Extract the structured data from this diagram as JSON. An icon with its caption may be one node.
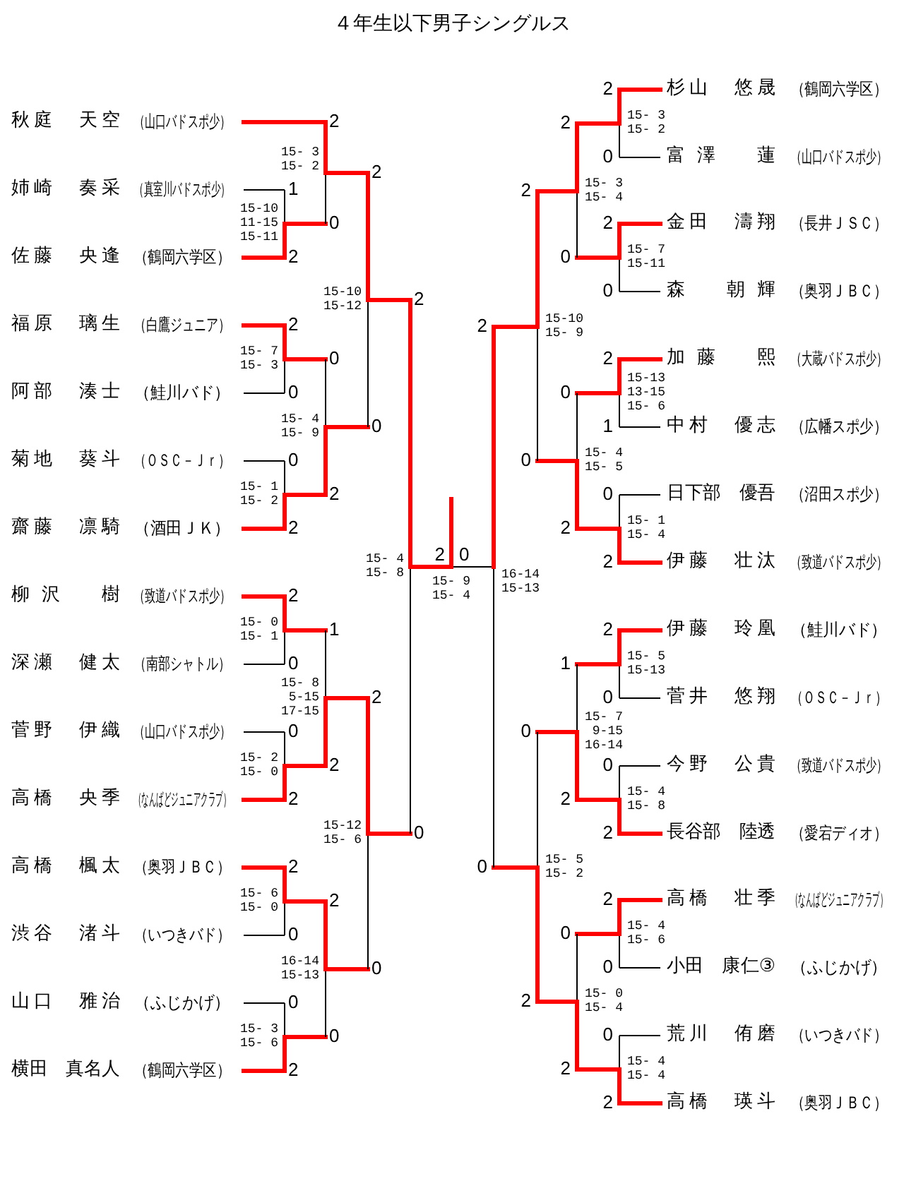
{
  "diagram": {
    "title": "４年生以下男子シングルス",
    "nodes": [
      {
        "text": [
          "秋庭　天空",
          "（山口バドスポ少）"
        ]
      },
      {
        "text": [
          "姉崎　奏采",
          "（真室川バドスポ少）"
        ]
      },
      {
        "text": [
          "佐藤　央逢",
          "（鶴岡六学区）"
        ]
      },
      {
        "text": [
          "福原　璃生",
          "（白鷹ジュニア）"
        ]
      },
      {
        "text": [
          "阿部　湊士",
          "（鮭川バド）"
        ]
      },
      {
        "text": [
          "菊地　葵斗",
          "（ＯＳＣ－Ｊｒ）"
        ]
      },
      {
        "text": [
          "齋藤　凛騎",
          "（酒田ＪＫ）"
        ]
      },
      {
        "text": [
          "柳沢　樹",
          "（致道バドスポ少）"
        ]
      },
      {
        "text": [
          "深瀬　健太",
          "（南部シャトル）"
        ]
      },
      {
        "text": [
          "菅野　伊織",
          "（山口バドスポ少）"
        ]
      },
      {
        "text": [
          "高橋　央季",
          "（なんばどジュニアクラブ）"
        ]
      },
      {
        "text": [
          "高橋　楓太",
          "（奥羽ＪＢＣ）"
        ]
      },
      {
        "text": [
          "渋谷　渚斗",
          "（いつきバド）"
        ]
      },
      {
        "text": [
          "山口　雅治",
          "（ふじかげ）"
        ]
      },
      {
        "text": [
          "横田　真名人",
          "（鶴岡六学区）"
        ]
      },
      {
        "text": [
          "杉山　悠晟",
          "（鶴岡六学区）"
        ]
      },
      {
        "text": [
          "富澤　蓮",
          "（山口バドスポ少）"
        ]
      },
      {
        "text": [
          "金田　濤翔",
          "（長井ＪＳＣ）"
        ]
      },
      {
        "text": [
          "森　朝輝",
          "（奥羽ＪＢＣ）"
        ]
      },
      {
        "text": [
          "加藤　熙",
          "（大蔵バドスポ少）"
        ]
      },
      {
        "text": [
          "中村　優志",
          "（広幡スポ少）"
        ]
      },
      {
        "text": [
          "日下部　優吾",
          "（沼田スポ少）"
        ]
      },
      {
        "text": [
          "伊藤　壮汰",
          "（致道バドスポ少）"
        ]
      },
      {
        "text": [
          "伊藤　玲凰",
          "（鮭川バド）"
        ]
      },
      {
        "text": [
          "菅井　悠翔",
          "（ＯＳＣ－Ｊｒ）"
        ]
      },
      {
        "text": [
          "今野　公貴",
          "（致道バドスポ少）"
        ]
      },
      {
        "text": [
          "長谷部　陸透",
          "（愛宕ディオ）"
        ]
      },
      {
        "text": [
          "高橋　壮季",
          "（なんばどジュニアクラブ）"
        ]
      },
      {
        "text": [
          "小田　康仁③",
          "（ふじかげ）"
        ]
      },
      {
        "text": [
          "荒川　侑磨",
          "（いつきバド）"
        ]
      },
      {
        "text": [
          "高橋　瑛斗",
          "（奥羽ＪＢＣ）"
        ]
      },
      {
        "text": [],
        "shape": "bar",
        "beside": [
          "15-10 11-15 15-11"
        ]
      },
      {
        "text": [],
        "shape": "bar",
        "beside": [
          "15- 7 15- 3"
        ]
      },
      {
        "text": [],
        "shape": "bar",
        "beside": [
          "15- 1 15- 2"
        ]
      },
      {
        "text": [],
        "shape": "bar",
        "beside": [
          "15- 0 15- 1"
        ]
      },
      {
        "text": [],
        "shape": "bar",
        "beside": [
          "15- 2 15- 0"
        ]
      },
      {
        "text": [],
        "shape": "bar",
        "beside": [
          "15- 6 15- 0"
        ]
      },
      {
        "text": [],
        "shape": "bar",
        "beside": [
          "15- 3 15- 6"
        ]
      },
      {
        "text": [],
        "shape": "bar",
        "beside": [
          "15- 3 15- 2"
        ]
      },
      {
        "text": [],
        "shape": "bar",
        "beside": [
          "15- 4 15- 9"
        ]
      },
      {
        "text": [],
        "shape": "bar",
        "beside": [
          "15- 8 5-15 17-15"
        ]
      },
      {
        "text": [],
        "shape": "bar",
        "beside": [
          "16-14 15-13"
        ]
      },
      {
        "text": [],
        "shape": "bar",
        "beside": [
          "15-10 15-12"
        ]
      },
      {
        "text": [],
        "shape": "bar",
        "beside": [
          "15-12 15- 6"
        ]
      },
      {
        "text": [],
        "shape": "bar",
        "beside": [
          "15- 4 15- 8"
        ]
      },
      {
        "text": [],
        "shape": "bar",
        "beside": [
          "15- 3 15- 2"
        ]
      },
      {
        "text": [],
        "shape": "bar",
        "beside": [
          "15- 7 15-11"
        ]
      },
      {
        "text": [],
        "shape": "bar",
        "beside": [
          "15-13 13-15 15- 6"
        ]
      },
      {
        "text": [],
        "shape": "bar",
        "beside": [
          "15- 1 15- 4"
        ]
      },
      {
        "text": [],
        "shape": "bar",
        "beside": [
          "15- 5 15-13"
        ]
      },
      {
        "text": [],
        "shape": "bar",
        "beside": [
          "15- 4 15- 8"
        ]
      },
      {
        "text": [],
        "shape": "bar",
        "beside": [
          "15- 4 15- 6"
        ]
      },
      {
        "text": [],
        "shape": "bar",
        "beside": [
          "15- 4 15- 4"
        ]
      },
      {
        "text": [],
        "shape": "bar",
        "beside": [
          "15- 3 15- 4"
        ]
      },
      {
        "text": [],
        "shape": "bar",
        "beside": [
          "15- 4 15- 5"
        ]
      },
      {
        "text": [],
        "shape": "bar",
        "beside": [
          "15- 7 9-15 16-14"
        ]
      },
      {
        "text": [],
        "shape": "bar",
        "beside": [
          "15- 0 15- 4"
        ]
      },
      {
        "text": [],
        "shape": "bar",
        "beside": [
          "15-10 15- 9"
        ]
      },
      {
        "text": [],
        "shape": "bar",
        "beside": [
          "15- 5 15- 2"
        ]
      },
      {
        "text": [],
        "shape": "bar",
        "beside": [
          "16-14 15-13"
        ]
      },
      {
        "text": [],
        "shape": "bar",
        "beside": [
          "15- 9 15- 4"
        ]
      }
    ],
    "edges": [
      {
        "from": 1,
        "to": 31,
        "arrow": "none",
        "label": "1",
        "color": "#000000"
      },
      {
        "from": 2,
        "to": 31,
        "arrow": "none",
        "label": "2"
      },
      {
        "from": 3,
        "to": 32,
        "arrow": "none",
        "label": "2"
      },
      {
        "from": 4,
        "to": 32,
        "arrow": "none",
        "label": "0",
        "color": "#000000"
      },
      {
        "from": 5,
        "to": 33,
        "arrow": "none",
        "label": "0",
        "color": "#000000"
      },
      {
        "from": 6,
        "to": 33,
        "arrow": "none",
        "label": "2"
      },
      {
        "from": 7,
        "to": 34,
        "arrow": "none",
        "label": "2"
      },
      {
        "from": 8,
        "to": 34,
        "arrow": "none",
        "label": "0",
        "color": "#000000"
      },
      {
        "from": 9,
        "to": 35,
        "arrow": "none",
        "label": "0",
        "color": "#000000"
      },
      {
        "from": 10,
        "to": 35,
        "arrow": "none",
        "label": "2"
      },
      {
        "from": 11,
        "to": 36,
        "arrow": "none",
        "label": "2"
      },
      {
        "from": 12,
        "to": 36,
        "arrow": "none",
        "label": "0",
        "color": "#000000"
      },
      {
        "from": 13,
        "to": 37,
        "arrow": "none",
        "label": "0",
        "color": "#000000"
      },
      {
        "from": 14,
        "to": 37,
        "arrow": "none",
        "label": "2"
      },
      {
        "from": 0,
        "to": 38,
        "arrow": "none",
        "label": "2"
      },
      {
        "from": 31,
        "to": 38,
        "arrow": "none",
        "label": "0"
      },
      {
        "from": 32,
        "to": 39,
        "arrow": "none",
        "label": "0"
      },
      {
        "from": 33,
        "to": 39,
        "arrow": "none",
        "label": "2"
      },
      {
        "from": 34,
        "to": 40,
        "arrow": "none",
        "label": "1"
      },
      {
        "from": 35,
        "to": 40,
        "arrow": "none",
        "label": "2"
      },
      {
        "from": 36,
        "to": 41,
        "arrow": "none",
        "label": "2"
      },
      {
        "from": 37,
        "to": 41,
        "arrow": "none",
        "label": "0"
      },
      {
        "from": 38,
        "to": 42,
        "arrow": "none",
        "label": "2"
      },
      {
        "from": 39,
        "to": 42,
        "arrow": "none",
        "label": "0"
      },
      {
        "from": 40,
        "to": 43,
        "arrow": "none",
        "label": "2"
      },
      {
        "from": 41,
        "to": 43,
        "arrow": "none",
        "label": "0"
      },
      {
        "from": 42,
        "to": 44,
        "arrow": "none",
        "label": "2"
      },
      {
        "from": 43,
        "to": 44,
        "arrow": "none",
        "label": "0"
      },
      {
        "from": 15,
        "to": 45,
        "arrow": "none",
        "label": "2"
      },
      {
        "from": 16,
        "to": 45,
        "arrow": "none",
        "label": "0",
        "color": "#000000"
      },
      {
        "from": 17,
        "to": 46,
        "arrow": "none",
        "label": "2"
      },
      {
        "from": 18,
        "to": 46,
        "arrow": "none",
        "label": "0",
        "color": "#000000"
      },
      {
        "from": 19,
        "to": 47,
        "arrow": "none",
        "label": "2"
      },
      {
        "from": 20,
        "to": 47,
        "arrow": "none",
        "label": "1",
        "color": "#000000"
      },
      {
        "from": 21,
        "to": 48,
        "arrow": "none",
        "label": "0",
        "color": "#000000"
      },
      {
        "from": 22,
        "to": 48,
        "arrow": "none",
        "label": "2"
      },
      {
        "from": 23,
        "to": 49,
        "arrow": "none",
        "label": "2"
      },
      {
        "from": 24,
        "to": 49,
        "arrow": "none",
        "label": "0",
        "color": "#000000"
      },
      {
        "from": 25,
        "to": 50,
        "arrow": "none",
        "label": "0",
        "color": "#000000"
      },
      {
        "from": 26,
        "to": 50,
        "arrow": "none",
        "label": "2"
      },
      {
        "from": 27,
        "to": 51,
        "arrow": "none",
        "label": "2"
      },
      {
        "from": 28,
        "to": 51,
        "arrow": "none",
        "label": "0",
        "color": "#000000"
      },
      {
        "from": 29,
        "to": 52,
        "arrow": "none",
        "label": "0",
        "color": "#000000"
      },
      {
        "from": 30,
        "to": 52,
        "arrow": "none",
        "label": "2"
      },
      {
        "from": 45,
        "to": 53,
        "arrow": "none",
        "label": "2"
      },
      {
        "from": 46,
        "to": 53,
        "arrow": "none",
        "label": "0"
      },
      {
        "from": 47,
        "to": 54,
        "arrow": "none",
        "label": "0"
      },
      {
        "from": 48,
        "to": 54,
        "arrow": "none",
        "label": "2"
      },
      {
        "from": 49,
        "to": 55,
        "arrow": "none",
        "label": "1"
      },
      {
        "from": 50,
        "to": 55,
        "arrow": "none",
        "label": "2"
      },
      {
        "from": 51,
        "to": 56,
        "arrow": "none",
        "label": "0"
      },
      {
        "from": 52,
        "to": 56,
        "arrow": "none",
        "label": "2"
      },
      {
        "from": 53,
        "to": 57,
        "arrow": "none",
        "label": "2"
      },
      {
        "from": 54,
        "to": 57,
        "arrow": "none",
        "label": "0"
      },
      {
        "from": 55,
        "to": 58,
        "arrow": "none",
        "label": "0"
      },
      {
        "from": 56,
        "to": 58,
        "arrow": "none",
        "label": "2"
      },
      {
        "from": 57,
        "to": 59,
        "arrow": "none",
        "label": "2"
      },
      {
        "from": 58,
        "to": 59,
        "arrow": "none",
        "label": "0"
      },
      {
        "from": 44,
        "to": 60,
        "arrow": "none",
        "label": "2"
      },
      {
        "from": 59,
        "to": 60,
        "arrow": "none",
        "label": "0",
        "color": "#000000"
      }
    ]
  }
}
